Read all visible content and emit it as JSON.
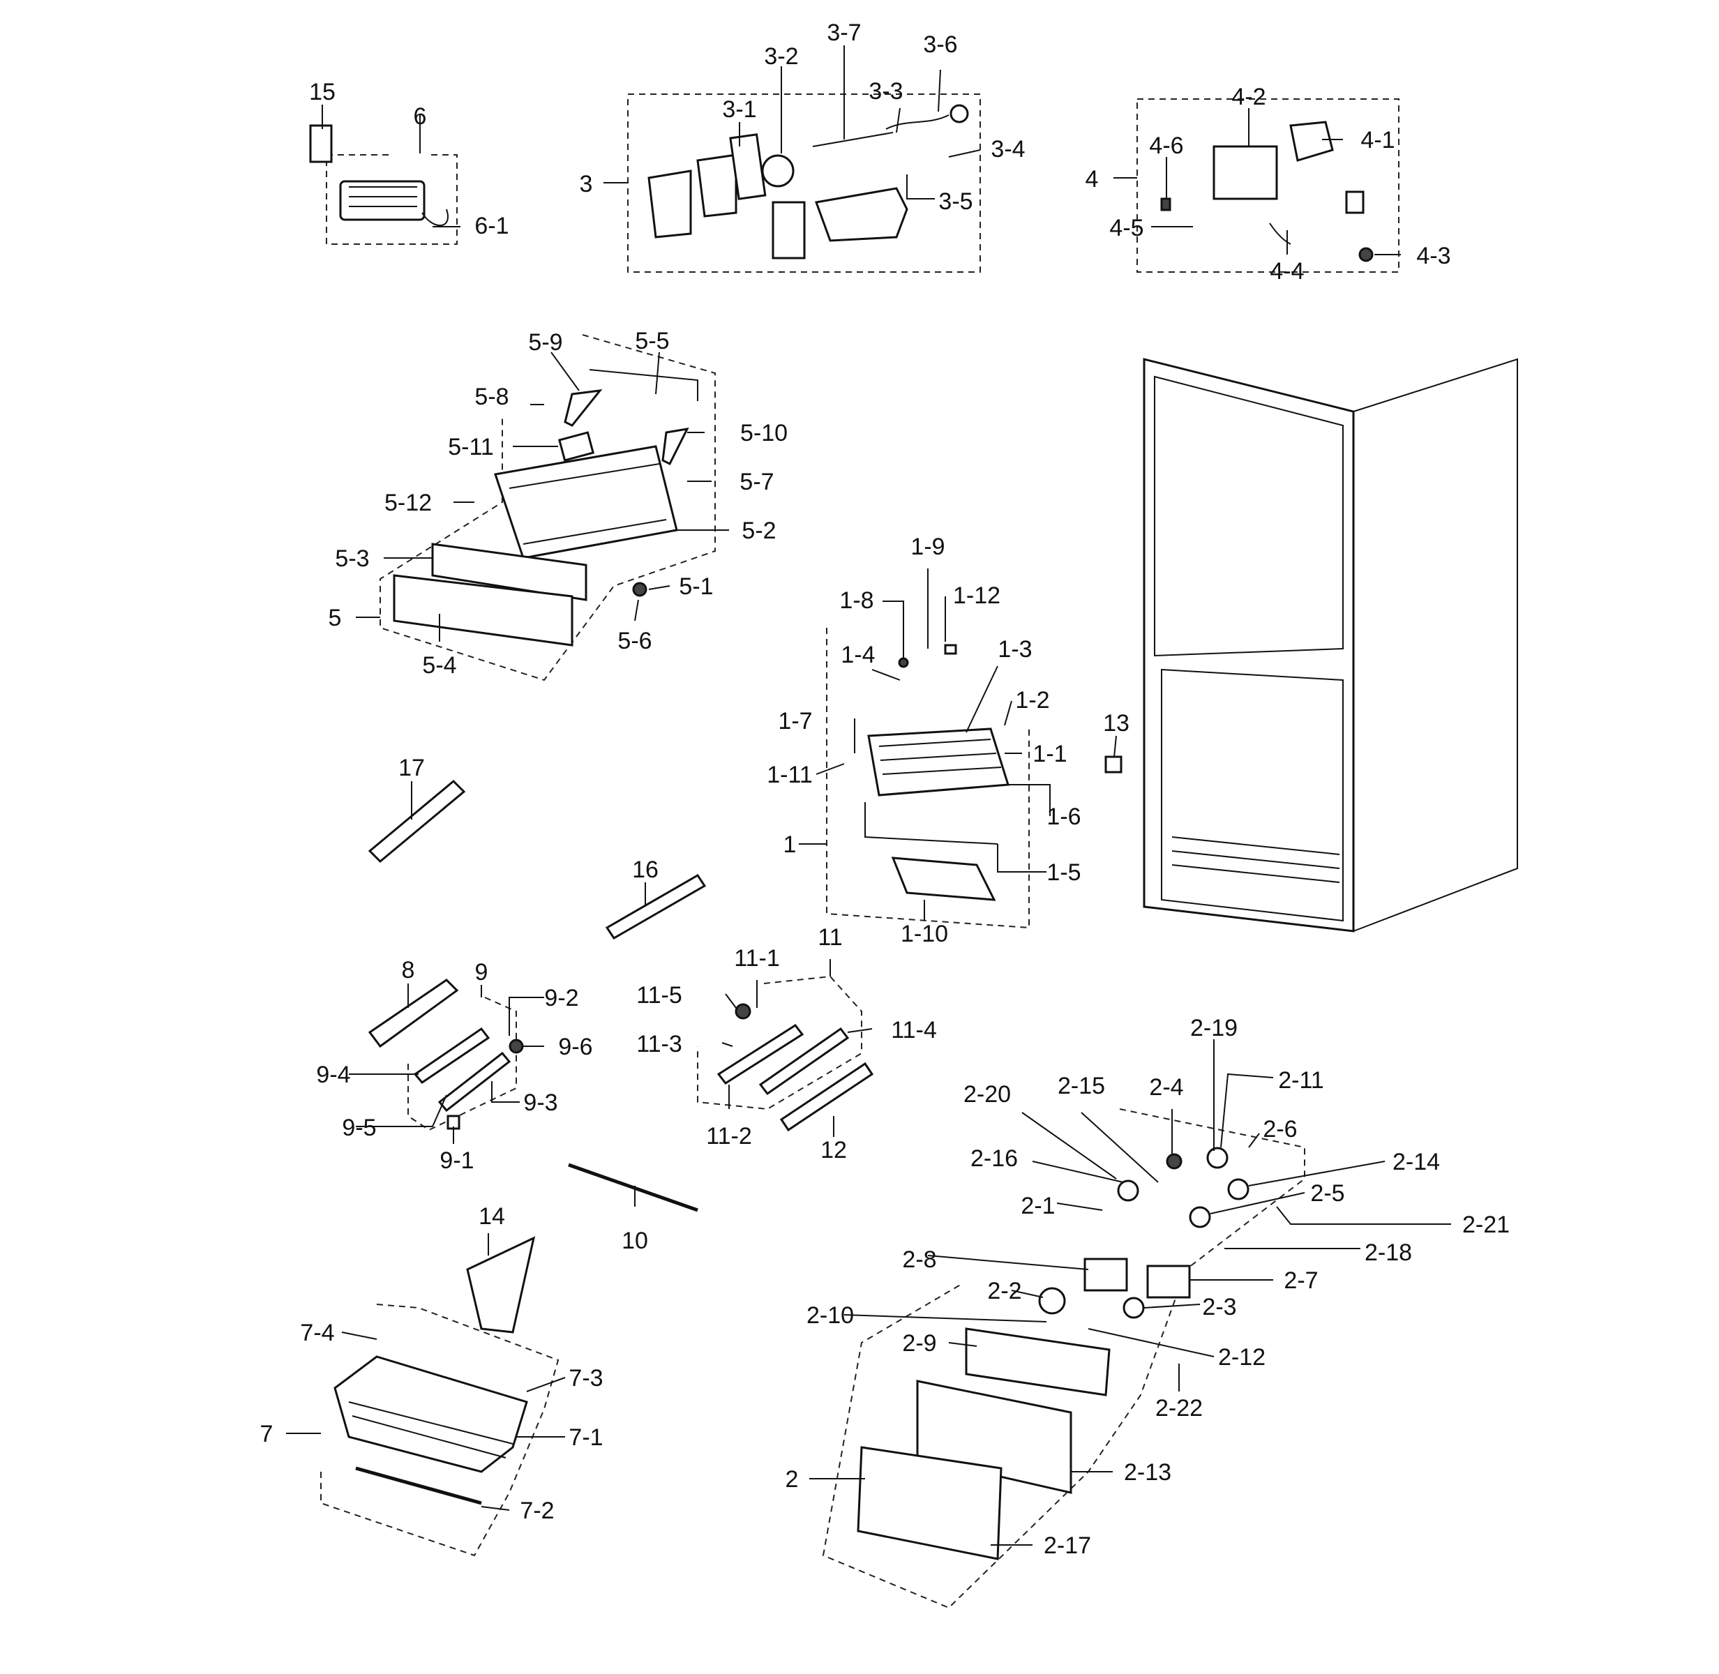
{
  "diagram": {
    "callouts": [
      "15",
      "6",
      "6-1",
      "3",
      "3-1",
      "3-2",
      "3-7",
      "3-3",
      "3-6",
      "3-4",
      "3-5",
      "4",
      "4-2",
      "4-1",
      "4-6",
      "4-5",
      "4-4",
      "4-3",
      "5-9",
      "5-5",
      "5-8",
      "5-10",
      "5-11",
      "5-7",
      "5-12",
      "5-2",
      "5-3",
      "5-1",
      "5",
      "5-4",
      "5-6",
      "1-9",
      "1-8",
      "1-12",
      "1-4",
      "1-3",
      "1-2",
      "1-7",
      "1-1",
      "1-11",
      "1-6",
      "1",
      "1-5",
      "1-10",
      "13",
      "17",
      "16",
      "8",
      "9",
      "9-2",
      "9-6",
      "9-4",
      "9-3",
      "9-5",
      "9-1",
      "11-1",
      "11",
      "11-5",
      "11-4",
      "11-3",
      "11-2",
      "12",
      "10",
      "2-19",
      "2-20",
      "2-15",
      "2-4",
      "2-11",
      "2-6",
      "2-16",
      "2-14",
      "2-1",
      "2-5",
      "2-21",
      "2-18",
      "2-8",
      "2-7",
      "2-2",
      "2-3",
      "2-10",
      "2-12",
      "2-9",
      "2-22",
      "2-13",
      "2",
      "2-17",
      "14",
      "7-4",
      "7-3",
      "7",
      "7-1",
      "7-2"
    ]
  }
}
